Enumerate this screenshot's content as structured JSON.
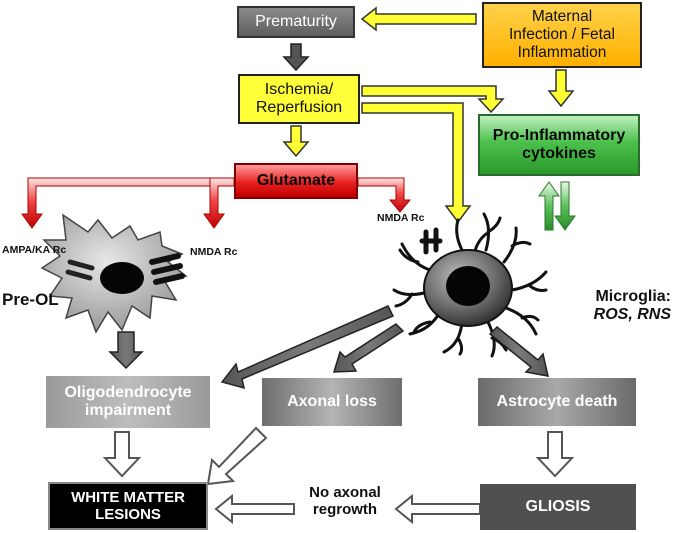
{
  "nodes": {
    "prematurity": "Prematurity",
    "maternal": [
      "Maternal",
      "Infection / Fetal",
      "Inflammation"
    ],
    "ischemia": [
      "Ischemia/",
      "Reperfusion"
    ],
    "cytokines": [
      "Pro-Inflammatory",
      "cytokines"
    ],
    "glutamate": "Glutamate",
    "oligo": [
      "Oligodendrocyte",
      "impairment"
    ],
    "axonal_loss": "Axonal loss",
    "astrocyte_death": "Astrocyte death",
    "wml": [
      "WHITE MATTER",
      "LESIONS"
    ],
    "gliosis": "GLIOSIS",
    "no_regrowth": [
      "No axonal",
      "regrowth"
    ]
  },
  "labels": {
    "ampa": "AMPA/KA Rc",
    "nmda_left": "NMDA Rc",
    "nmda_right": "NMDA Rc",
    "pre_ol": "Pre-OL",
    "microglia_title": "Microglia:",
    "microglia_sub": "ROS, RNS"
  },
  "colors": {
    "gray_box": "#6e6e6e",
    "yellow": "#ffff33",
    "orange": "#ffb800",
    "green": "#3db04a",
    "red": "#e8202a",
    "black_box": "#000000",
    "dark_box": "#4f4f4f"
  }
}
